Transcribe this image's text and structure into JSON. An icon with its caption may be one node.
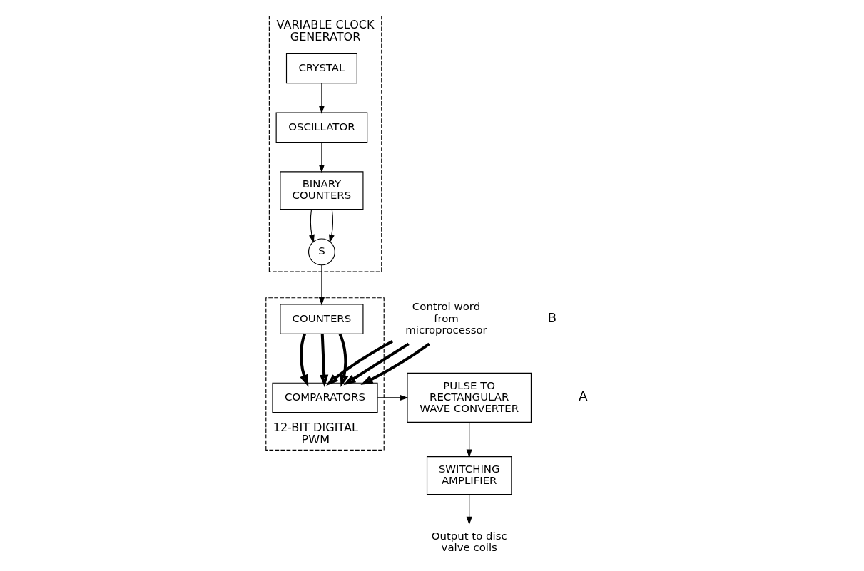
{
  "diagram": {
    "nodes": [
      {
        "text": [
          "VARIABLE CLOCK GENERATOR"
        ]
      },
      {
        "text": [
          "CRYSTAL"
        ],
        "in": 0
      },
      {
        "text": [
          "OSCILLATOR"
        ],
        "in": 0
      },
      {
        "text": [
          "BINARY COUNTERS"
        ],
        "in": 0
      },
      {
        "text": [
          "S"
        ],
        "in": 0
      },
      {
        "text": [
          "12-BIT DIGITAL PWM"
        ]
      },
      {
        "text": [
          "COMPARATORS"
        ],
        "in": 5
      },
      {
        "text": [
          "COUNTERS"
        ],
        "in": 5
      },
      {
        "text": [
          "PULSE TO RECTANGULAR WAVE CONVERTER"
        ]
      },
      {
        "text": [
          "SWITCHING AMPLIFIER"
        ]
      },
      {
        "text": [
          "Control word from microprocessor"
        ]
      },
      {
        "text": [
          "Output to disc valve coils"
        ]
      }
    ],
    "edges": [
      {
        "from": 1,
        "to": 2,
        "arrow": "to"
      },
      {
        "from": 2,
        "to": 3,
        "arrow": "to"
      },
      {
        "from": 3,
        "to": 4,
        "arrow": "to"
      },
      {
        "from": 3,
        "to": 4,
        "arrow": "to"
      },
      {
        "from": 4,
        "to": 7,
        "arrow": "to"
      },
      {
        "from": 10,
        "to": 6,
        "arrow": "to",
        "style": "thick"
      },
      {
        "from": 10,
        "to": 6,
        "arrow": "to",
        "style": "thick"
      },
      {
        "from": 10,
        "to": 6,
        "arrow": "to",
        "style": "thick"
      },
      {
        "from": 7,
        "to": 6,
        "arrow": "to",
        "style": "thick"
      },
      {
        "from": 7,
        "to": 6,
        "arrow": "to",
        "style": "thick"
      },
      {
        "from": 7,
        "to": 6,
        "arrow": "to",
        "style": "thick"
      },
      {
        "from": 6,
        "to": 8,
        "arrow": "to"
      },
      {
        "from": 8,
        "to": 9,
        "arrow": "to"
      },
      {
        "from": 9,
        "to": 11,
        "arrow": "to"
      }
    ],
    "labels": [
      "A",
      "B"
    ]
  }
}
